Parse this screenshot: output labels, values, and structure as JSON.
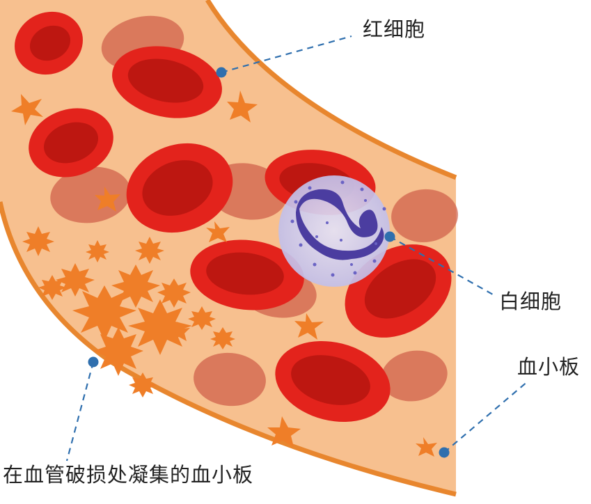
{
  "labels": {
    "red_blood_cell": "红细胞",
    "white_blood_cell": "白细胞",
    "platelet": "血小板",
    "clotting_platelets": "在血管破损处凝集的血小板"
  },
  "colors": {
    "vessel_fill": "#f7c08f",
    "vessel_wall": "#e8862e",
    "rbc_fill": "#e3231c",
    "rbc_dark": "#b7140f",
    "rbc_faded": "#cf5a45",
    "platelet": "#ef7e28",
    "wbc_cell": "#c9c9ee",
    "wbc_nucleus": "#4b3da0",
    "marker": "#2f6fae"
  }
}
